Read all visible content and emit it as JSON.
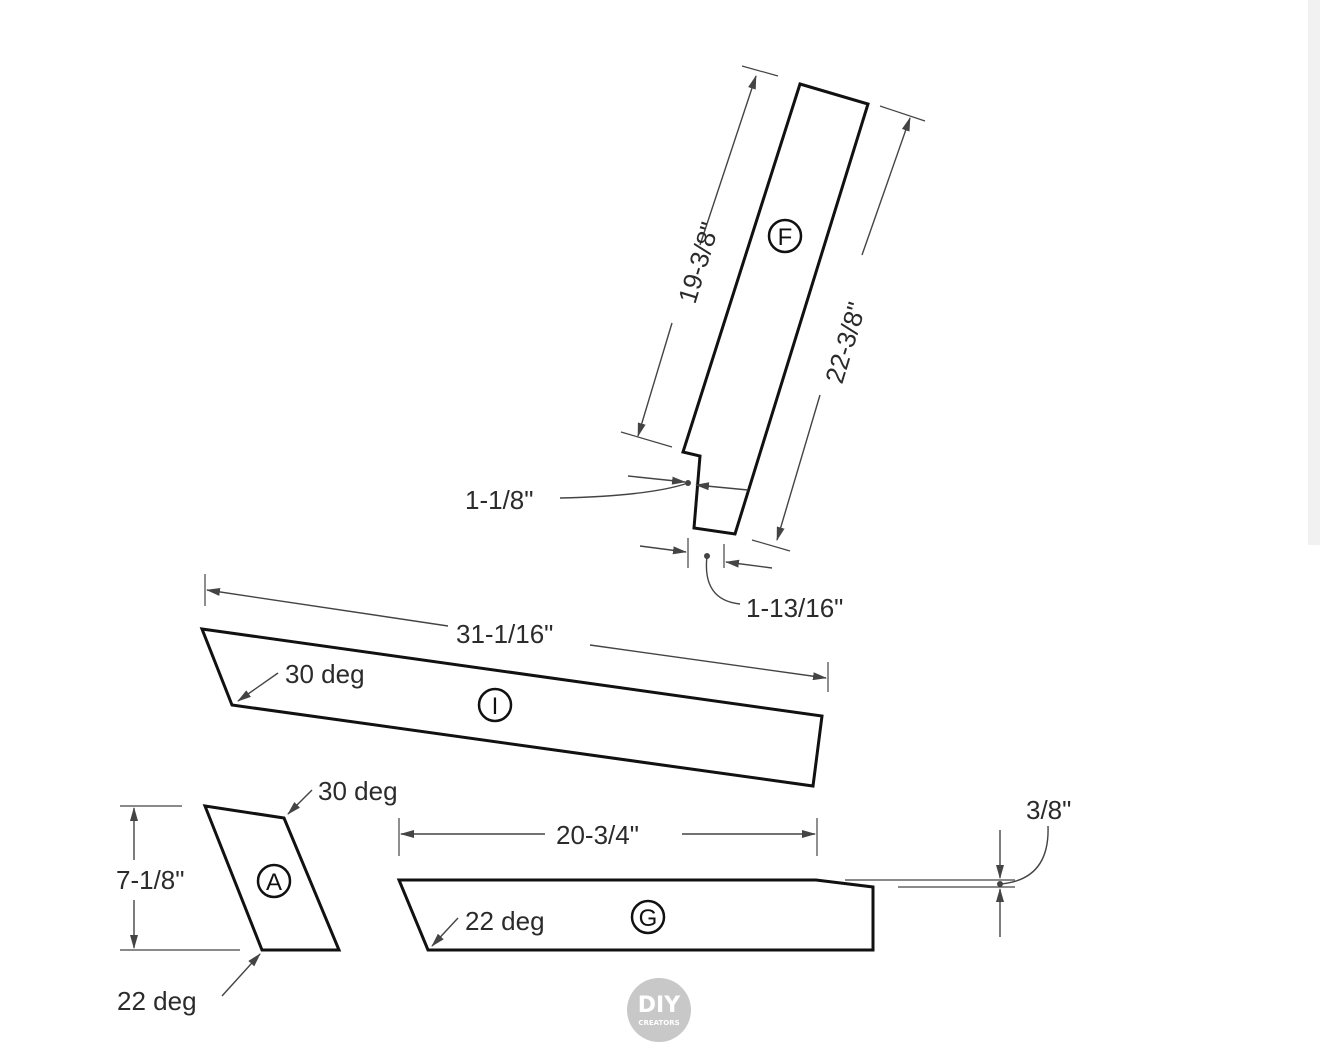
{
  "pieces": {
    "f": {
      "label": "F"
    },
    "i": {
      "label": "I"
    },
    "a": {
      "label": "A"
    },
    "g": {
      "label": "G"
    }
  },
  "dimensions": {
    "f_left_length": "19-3/8\"",
    "f_right_length": "22-3/8\"",
    "f_notch_width": "1-1/8\"",
    "f_bottom_width": "1-13/16\"",
    "i_length": "31-1/16\"",
    "i_angle": "30 deg",
    "a_top_angle": "30 deg",
    "a_height": "7-1/8\"",
    "a_bottom_angle": "22 deg",
    "g_length": "20-3/4\"",
    "g_angle": "22 deg",
    "g_taper": "3/8\""
  },
  "logo": {
    "line1": "DIY",
    "line2": "CREATORS"
  },
  "colors": {
    "stroke": "#111111",
    "dimension": "#444444",
    "logo_bg": "#c8c8c8"
  }
}
